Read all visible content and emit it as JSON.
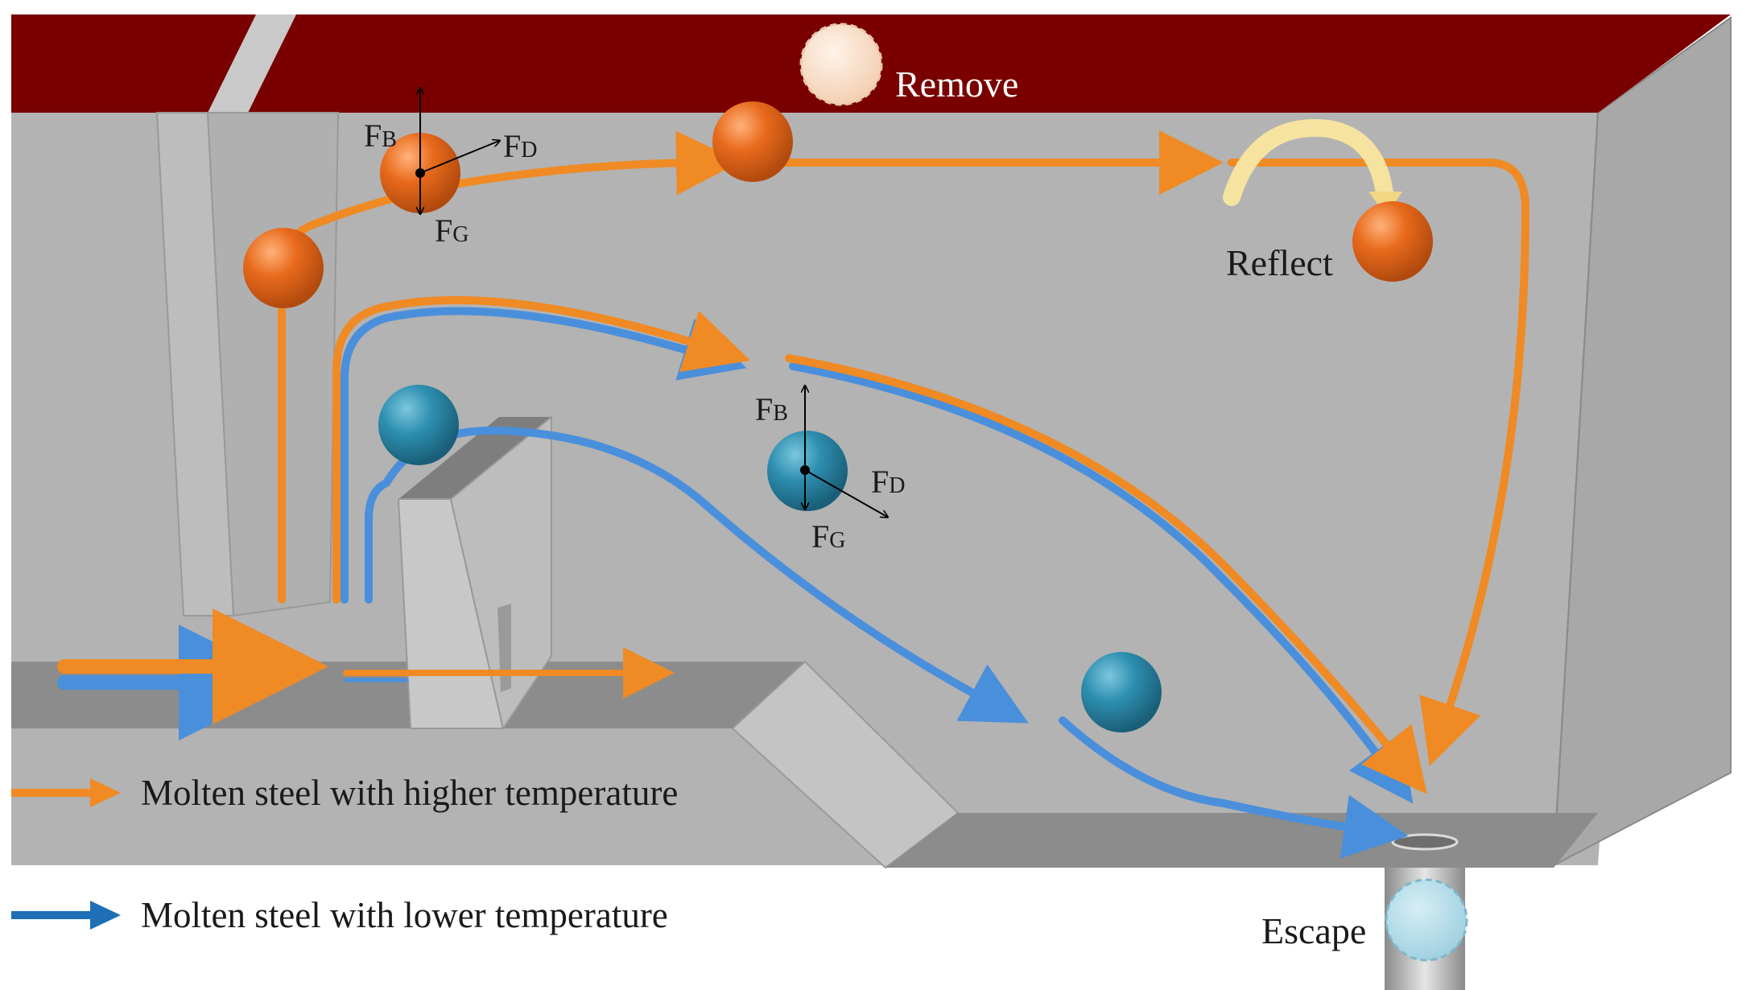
{
  "labels": {
    "remove": "Remove",
    "reflect": "Reflect",
    "escape": "Escape"
  },
  "forces": {
    "buoyancy": "F",
    "buoyancy_sub": "B",
    "drag": "F",
    "drag_sub": "D",
    "gravity": "F",
    "gravity_sub": "G"
  },
  "legend": {
    "higher": "Molten steel with higher temperature",
    "lower": "Molten steel with lower temperature"
  },
  "colors": {
    "orange_flow": "#F08A24",
    "blue_flow": "#4A8FDB",
    "orange_particle": "#E86A1C",
    "blue_particle": "#2E8FB0",
    "top_surface": "#7A0000",
    "wall": "#B3B3B3",
    "floor": "#8C8C8C"
  }
}
